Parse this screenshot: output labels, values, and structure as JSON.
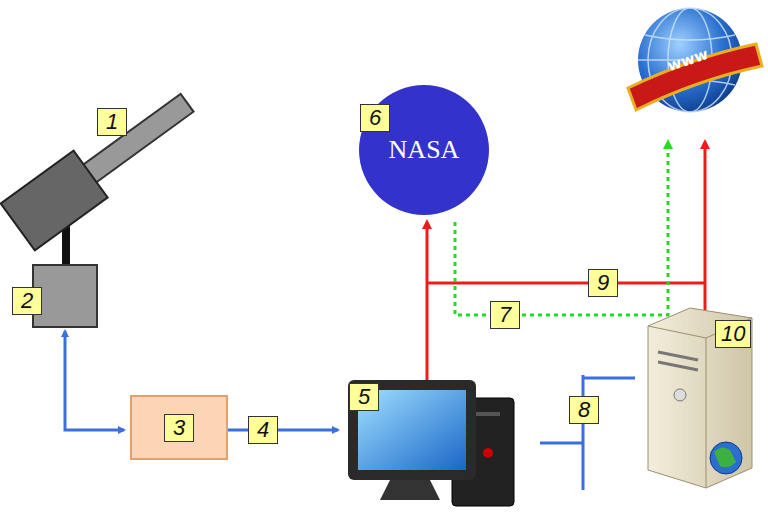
{
  "diagram": {
    "nodes": [
      {
        "text": [
          "3"
        ]
      },
      {
        "text": [
          "NASA"
        ]
      }
    ],
    "labels": [
      "1",
      "2",
      "4",
      "5",
      "6",
      "7",
      "8",
      "9",
      "10",
      "www"
    ]
  }
}
